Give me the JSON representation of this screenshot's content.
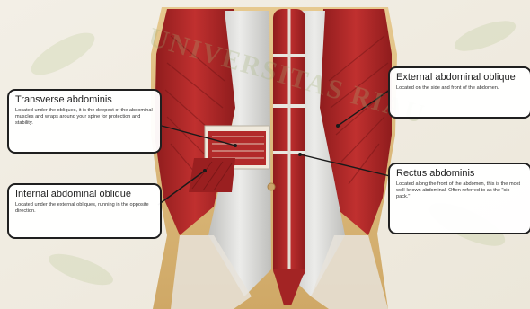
{
  "diagram": {
    "watermark_text": "UNIVERSITAS RIAU",
    "labels": {
      "transverse": {
        "title": "Transverse abdominis",
        "desc": "Located under the obliques, it is the deepest of the abdominal muscles and wraps around your spine for protection and stability."
      },
      "internal": {
        "title": "Internal abdominal oblique",
        "desc": "Located under the external obliques, running in the opposite direction."
      },
      "external": {
        "title": "External abdominal oblique",
        "desc": "Located on the side and front of the abdomen."
      },
      "rectus": {
        "title": "Rectus abdominis",
        "desc": "Located along the front of the abdomen, this is the most well-known abdominal. Often referred to as the \"six pack.\""
      }
    },
    "colors": {
      "muscle": "#b8282a",
      "muscle_dark": "#7e1718",
      "tendon": "#d9d9d6",
      "skin": "#d9b97c",
      "background": "#f4f1ea",
      "callout_border": "#1f1f1f"
    }
  }
}
